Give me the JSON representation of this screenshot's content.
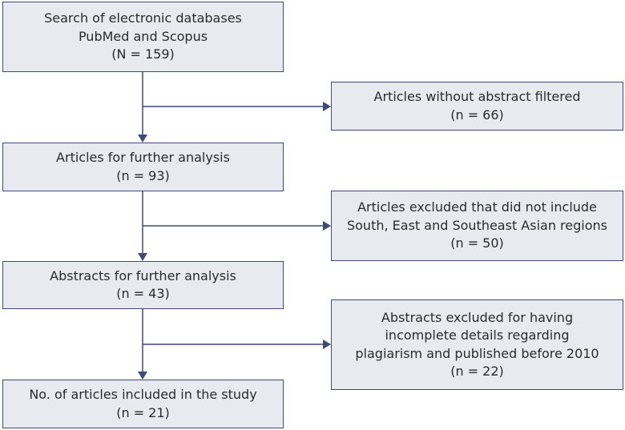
{
  "flowchart": {
    "main_steps": [
      {
        "lines": [
          "Search of electronic databases",
          "PubMed and Scopus",
          "(N = 159)"
        ]
      },
      {
        "lines": [
          "Articles for further analysis",
          "(n = 93)"
        ]
      },
      {
        "lines": [
          "Abstracts for further analysis",
          "(n = 43)"
        ]
      },
      {
        "lines": [
          "No. of articles included in the study",
          "(n = 21)"
        ]
      }
    ],
    "exclusions": [
      {
        "lines": [
          "Articles without abstract filtered",
          "(n = 66)"
        ]
      },
      {
        "lines": [
          "Articles excluded that did not include",
          "South, East and Southeast Asian regions",
          "(n = 50)"
        ]
      },
      {
        "lines": [
          "Abstracts excluded for having",
          "incomplete details regarding",
          "plagiarism and published before 2010",
          "(n = 22)"
        ]
      }
    ]
  }
}
